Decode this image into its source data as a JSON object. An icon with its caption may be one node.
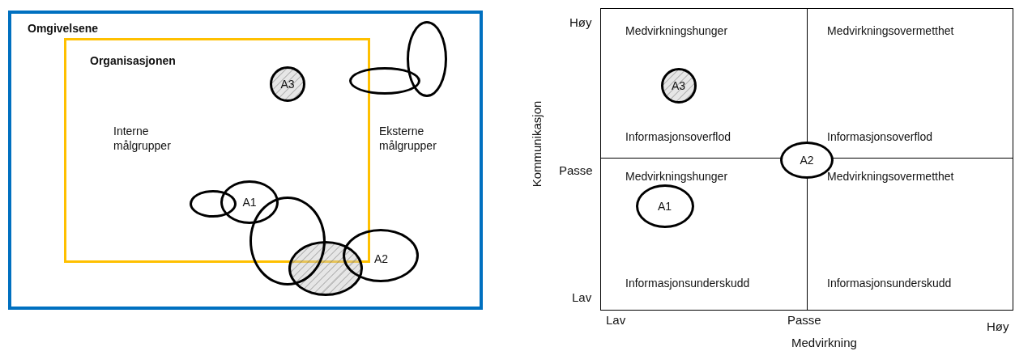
{
  "diagram": {
    "nodes": [
      {
        "text": [
          "Omgivelsene"
        ]
      },
      {
        "text": [
          "Organisasjonen"
        ],
        "in": 0
      },
      {
        "text": [],
        "shape": "ellipse",
        "in": 0
      },
      {
        "text": [
          "A3"
        ],
        "in": 1
      },
      {
        "text": [],
        "shape": "ellipse",
        "in": 0
      },
      {
        "text": [],
        "shape": "ellipse",
        "in": 1
      },
      {
        "text": [
          "A1"
        ],
        "in": 1
      },
      {
        "text": [],
        "shape": "ellipse",
        "in": 0
      },
      {
        "text": [
          "A2"
        ],
        "in": 0
      },
      {
        "text": [],
        "shape": "ellipse",
        "in": 0
      },
      {
        "text": [
          "Medvirkningshunger",
          "Informasjonsoverflod"
        ]
      },
      {
        "text": [
          "Medvirkningsovermetthet",
          "Informasjonsoverflod"
        ]
      },
      {
        "text": [
          "A3"
        ],
        "in": 10
      },
      {
        "text": [
          "A2"
        ]
      },
      {
        "text": [
          "Medvirkningshunger",
          "Informasjonsunderskudd"
        ]
      },
      {
        "text": [
          "Medvirkningsovermetthet",
          "Informasjonsunderskudd"
        ]
      },
      {
        "text": [
          "A1"
        ],
        "in": 14
      }
    ],
    "edges": [],
    "labels": [
      "Interne målgrupper",
      "Eksterne målgrupper",
      "Høy",
      "Kommunikasjon",
      "Passe",
      "Lav",
      "Lav",
      "Passe",
      "Høy",
      "Medvirkning"
    ]
  }
}
